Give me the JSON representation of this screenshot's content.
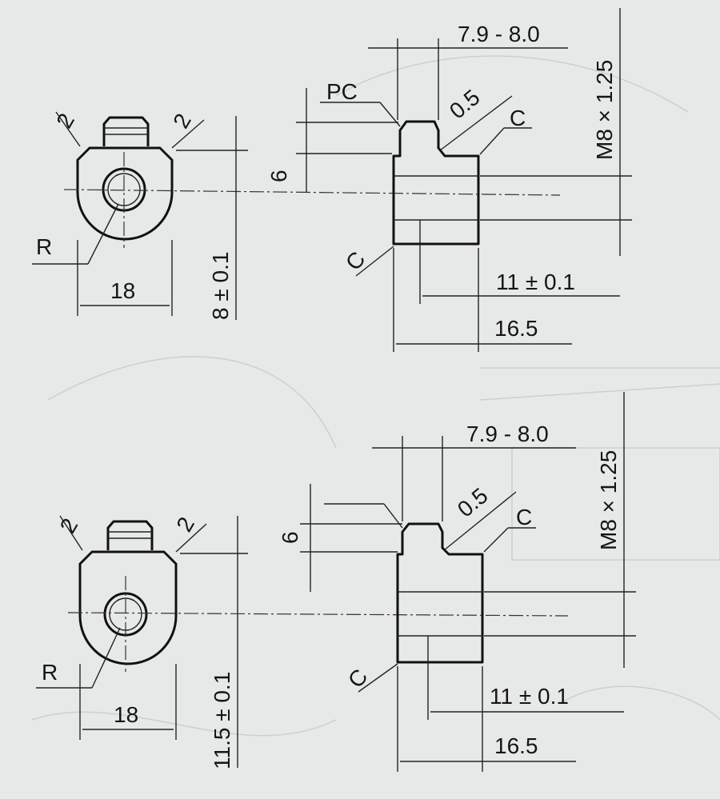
{
  "views": [
    {
      "id": "top",
      "groove_width": "7.9 - 8.0",
      "thread": "M8 × 1.25",
      "pc_label": "PC",
      "chamfer_groove": "0.5",
      "chamfer_top": "C",
      "height_stem": "6",
      "chamfer_bottom": "C",
      "depth": "11 ± 0.1",
      "length": "16.5",
      "chamfer_left": "2",
      "chamfer_right": "2",
      "radius": "R",
      "width": "18",
      "center_height": "8 ± 0.1"
    },
    {
      "id": "bottom",
      "groove_width": "7.9 - 8.0",
      "thread": "M8 × 1.25",
      "chamfer_groove": "0.5",
      "chamfer_top": "C",
      "height_stem": "6",
      "chamfer_bottom": "C",
      "depth": "11 ± 0.1",
      "length": "16.5",
      "chamfer_left": "2",
      "chamfer_right": "2",
      "radius": "R",
      "width": "18",
      "center_height": "11.5 ± 0.1"
    }
  ]
}
